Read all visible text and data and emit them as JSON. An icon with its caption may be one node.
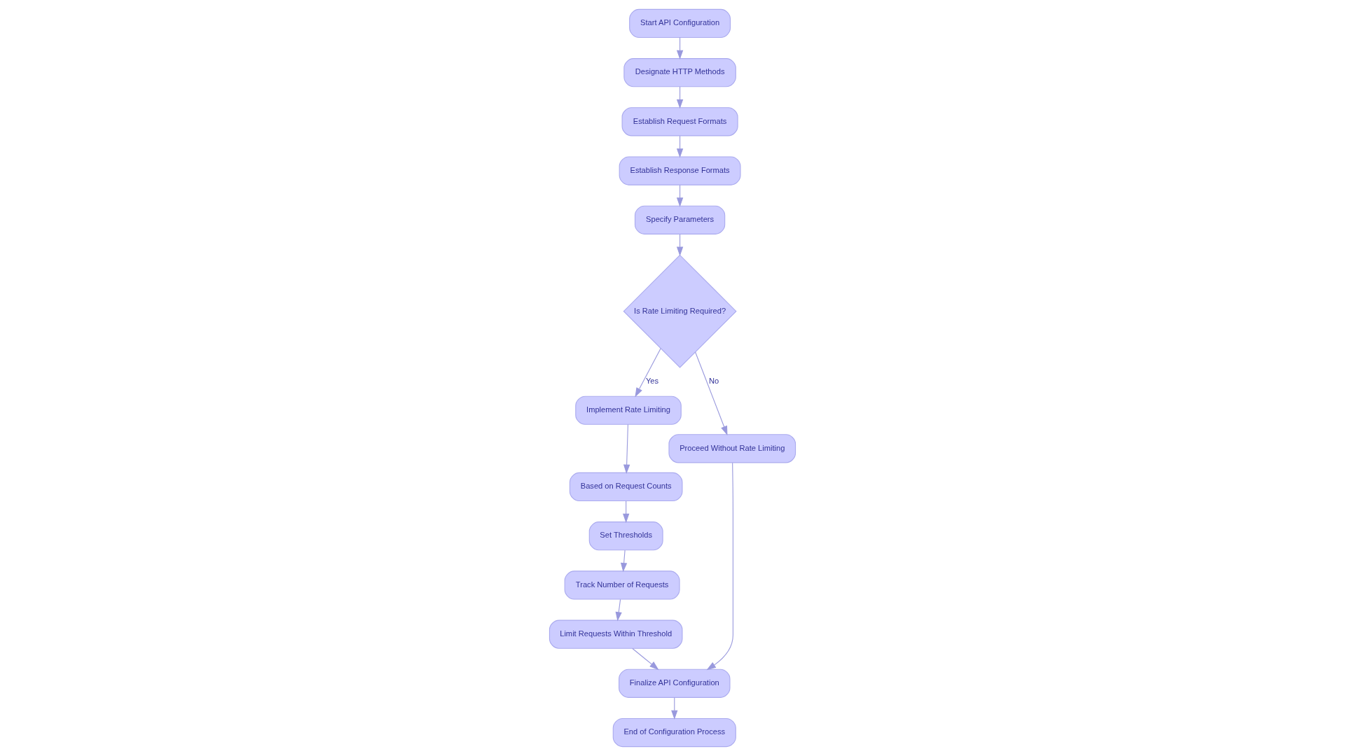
{
  "diagram": {
    "nodes": [
      {
        "text": [
          "Start API Configuration"
        ]
      },
      {
        "text": [
          "Designate HTTP Methods"
        ]
      },
      {
        "text": [
          "Establish Request Formats"
        ]
      },
      {
        "text": [
          "Establish Response Formats"
        ]
      },
      {
        "text": [
          "Specify Parameters"
        ]
      },
      {
        "text": [
          "Is Rate Limiting Required?"
        ]
      },
      {
        "text": [
          "Implement Rate Limiting"
        ]
      },
      {
        "text": [
          "Based on Request Counts"
        ]
      },
      {
        "text": [
          "Set Thresholds"
        ]
      },
      {
        "text": [
          "Track Number of Requests"
        ]
      },
      {
        "text": [
          "Proceed Without Rate Limiting"
        ]
      },
      {
        "text": [
          "Limit Requests Within Threshold"
        ]
      },
      {
        "text": [
          "Finalize API Configuration"
        ]
      },
      {
        "text": [
          "End of Configuration Process"
        ]
      }
    ],
    "edges": [
      {
        "from": 0,
        "to": 1,
        "arrow": "to"
      },
      {
        "from": 1,
        "to": 2,
        "arrow": "to"
      },
      {
        "from": 2,
        "to": 3,
        "arrow": "to"
      },
      {
        "from": 3,
        "to": 4,
        "arrow": "to"
      },
      {
        "from": 4,
        "to": 5,
        "arrow": "to"
      },
      {
        "from": 5,
        "to": 6,
        "label": "Yes",
        "arrow": "to"
      },
      {
        "from": 6,
        "to": 7,
        "arrow": "to"
      },
      {
        "from": 7,
        "to": 8,
        "arrow": "to"
      },
      {
        "from": 8,
        "to": 9,
        "arrow": "to"
      },
      {
        "from": 9,
        "to": 11,
        "arrow": "to"
      },
      {
        "from": 5,
        "to": 10,
        "label": "No",
        "arrow": "to"
      },
      {
        "from": 10,
        "to": 12,
        "arrow": "to"
      },
      {
        "from": 11,
        "to": 12,
        "arrow": "to"
      },
      {
        "from": 12,
        "to": 13,
        "arrow": "to"
      }
    ]
  }
}
